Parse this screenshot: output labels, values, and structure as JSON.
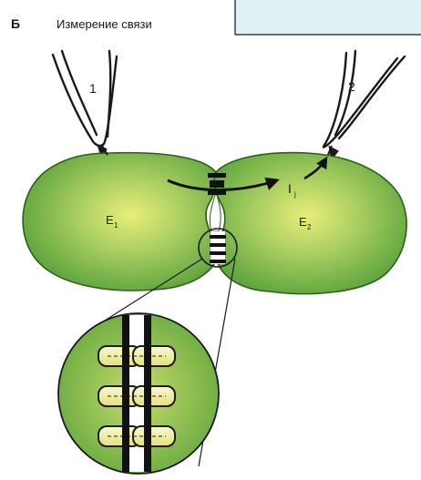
{
  "figure": {
    "panel_letter": "Б",
    "title": "Измерение связи",
    "electrode_1_label": "1",
    "electrode_2_label": "2",
    "cell_1_label": "E",
    "cell_1_subscript": "1",
    "cell_2_label": "E",
    "cell_2_subscript": "2",
    "current_label": "I",
    "current_subscript": "j"
  },
  "colors": {
    "cell_edge": "#2f5e16",
    "cell_center": "#e2ea72",
    "cell_mid": "#9cc65a",
    "cell_outer": "#5ea43d",
    "top_box_fill": "#dff3f6",
    "channel_fill": "#f0ea8a"
  }
}
